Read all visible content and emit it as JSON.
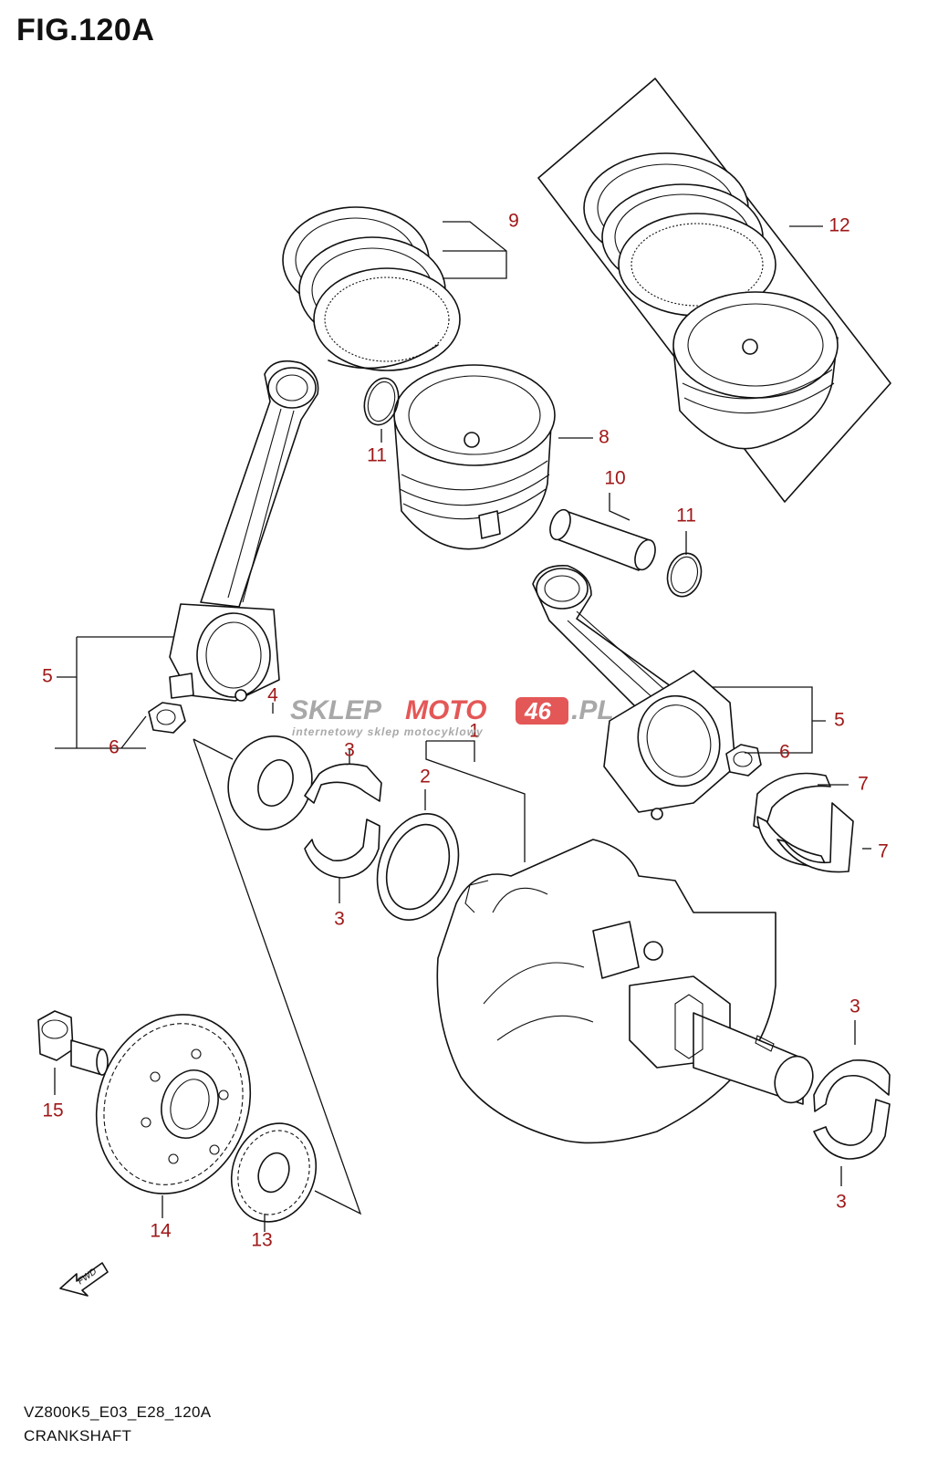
{
  "figure": {
    "title": "FIG.120A",
    "code": "VZ800K5_E03_E28_120A",
    "name": "CRANKSHAFT"
  },
  "watermark": {
    "brand_a": "SKLEP",
    "brand_b": "MOTO",
    "brand_c": "46",
    "brand_d": ".PL",
    "tagline": "internetowy sklep motocyklowy"
  },
  "callouts": {
    "crankshaft": "1",
    "thrust_bearing": "2",
    "bearing_upper": "3",
    "bearing_lower": "3",
    "bearing_right_upper": "3",
    "bearing_right_lower": "3",
    "thrust_washer": "4",
    "conrod_left": "5",
    "conrod_right": "5",
    "nut_left": "6",
    "nut_right": "6",
    "conrod_bearing_upper": "7",
    "conrod_bearing_lower": "7",
    "piston": "8",
    "piston_rings": "9",
    "piston_pin": "10",
    "circlip_left": "11",
    "circlip_right": "11",
    "piston_set": "12",
    "gear_small": "13",
    "gear_large": "14",
    "bolt": "15"
  },
  "fwd_label": "FWD",
  "colors": {
    "callout": "#a01818",
    "line": "#111111",
    "watermark_red": "#e03a3a",
    "watermark_grey": "#9a9a9a"
  }
}
